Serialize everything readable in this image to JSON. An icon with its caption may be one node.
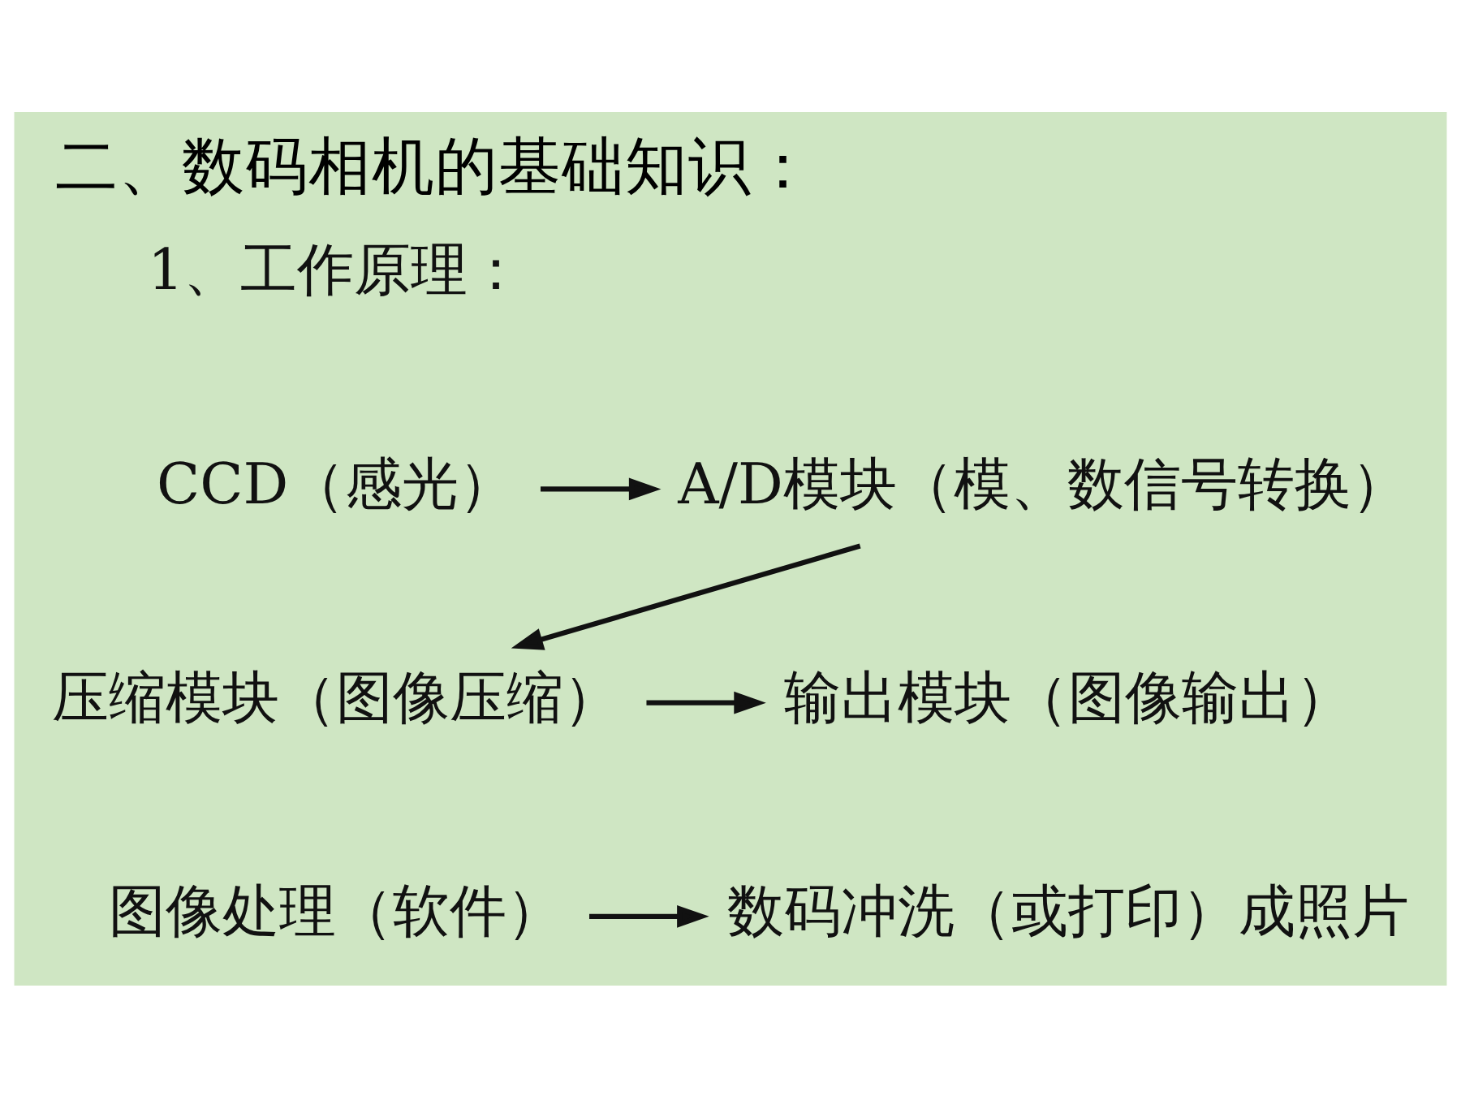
{
  "diagram": {
    "title": "二、数码相机的基础知识：",
    "nodes": [
      {
        "text": [
          "CCD（感光）"
        ]
      },
      {
        "text": [
          "A/D模块（模、数信号转换）"
        ]
      },
      {
        "text": [
          "压缩模块（图像压缩）"
        ]
      },
      {
        "text": [
          "输出模块（图像输出）"
        ]
      },
      {
        "text": [
          "图像处理（软件）"
        ]
      },
      {
        "text": [
          "数码冲洗（或打印）成照片"
        ]
      }
    ],
    "edges": [
      {
        "from": 0,
        "to": 1,
        "arrow": "to"
      },
      {
        "from": 1,
        "to": 2,
        "arrow": "to"
      },
      {
        "from": 2,
        "to": 3,
        "arrow": "to"
      },
      {
        "from": 4,
        "to": 5,
        "arrow": "to"
      }
    ],
    "labels": [
      "1、工作原理："
    ]
  }
}
